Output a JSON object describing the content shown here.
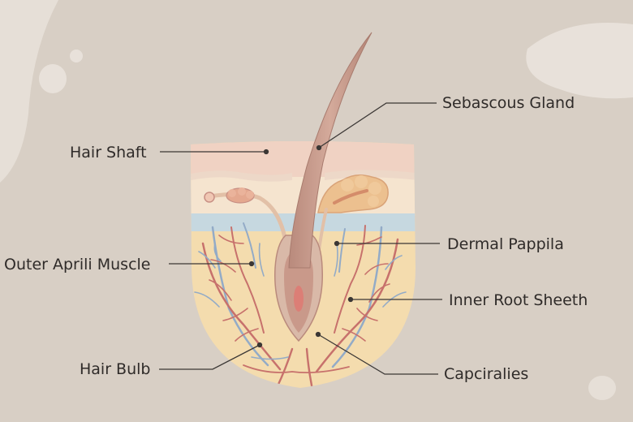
{
  "diagram": {
    "labels": {
      "hair_shaft": "Hair Shaft",
      "outer_aprili_muscle": "Outer Aprili Muscle",
      "hair_bulb": "Hair Bulb",
      "sebascous_gland": "Sebascous Gland",
      "dermal_pappila": "Dermal Pappila",
      "inner_root_sheeth": "Inner Root Sheeth",
      "capciralies": "Capciralies"
    },
    "colors": {
      "background": "#d8cfc5",
      "blob": "#e6dfd7",
      "epidermis": "#f0d2c3",
      "dermis_upper": "#f5e4cf",
      "blue_band": "#c6d8e0",
      "subcutis": "#f4dcae",
      "hair": "#c9998a",
      "gland": "#e7b58c",
      "artery": "#c7716c",
      "vein": "#93abc7",
      "leader_line": "#3b3735"
    }
  }
}
